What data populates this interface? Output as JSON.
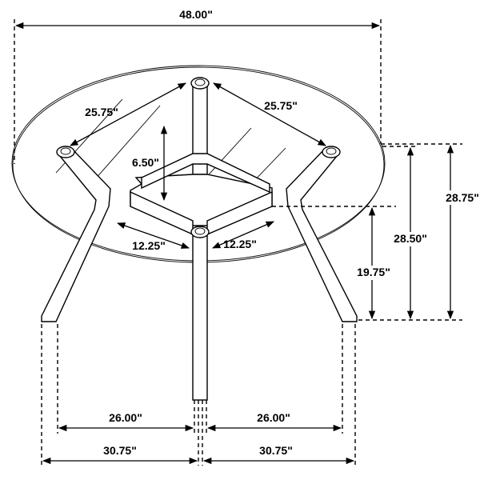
{
  "title": "Round glass dining table dimension drawing",
  "dimensions": {
    "overall_width": "48.00\"",
    "leg_span_left": "25.75\"",
    "leg_span_right": "25.75\"",
    "apron_depth": "6.50\"",
    "apron_left": "12.25\"",
    "apron_right": "12.25\"",
    "total_height": "28.75\"",
    "base_height": "28.50\"",
    "apron_clearance": "19.75\"",
    "inner_left": "26.00\"",
    "inner_right": "26.00\"",
    "outer_left": "30.75\"",
    "outer_right": "30.75\""
  }
}
